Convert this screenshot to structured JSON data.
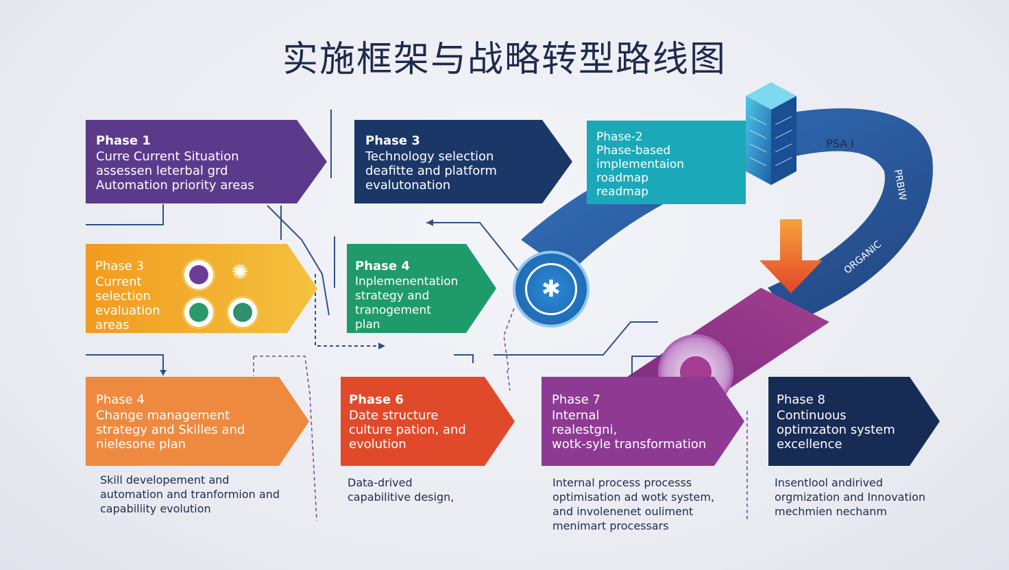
{
  "title": "实施框架与战略转型路线图",
  "phases": [
    {
      "id": "p1",
      "label": "Phase 1",
      "lines": [
        "Curre Current Situation",
        "assessen leterbal grd",
        "Automation priority areas"
      ],
      "color": "#5b3a8c"
    },
    {
      "id": "p2",
      "label": "Phase 3",
      "lines": [
        "Technology selection",
        "deafitte and platform",
        "evalutonation"
      ],
      "color": "#1b3768"
    },
    {
      "id": "p3",
      "label": "Phase-2",
      "lines": [
        "Phase-based",
        "implementaion",
        "roadmap",
        "readmap"
      ],
      "color": "#1ba9b9"
    },
    {
      "id": "p4",
      "label": "Phase 3",
      "lines": [
        "Current",
        "selection",
        "evaluation",
        "areas"
      ],
      "color": "#f1a623"
    },
    {
      "id": "p5",
      "label": "Phase 4",
      "lines": [
        "Inplemenentation",
        "strategy and",
        "tranogement",
        "plan"
      ],
      "color": "#1f9a6b"
    },
    {
      "id": "p6",
      "label": "Phase 4",
      "lines": [
        "Change management",
        "strategy and Skilles and",
        "nielesone plan"
      ],
      "color": "#ee8a40"
    },
    {
      "id": "p7",
      "label": "Phase 6",
      "lines": [
        "Date structure",
        "culture pation, and",
        "evolution"
      ],
      "color": "#e04a2a"
    },
    {
      "id": "p8",
      "label": "Phase 7",
      "lines": [
        "Internal",
        "realestgni,",
        "wotk-syle transformation"
      ],
      "color": "#8e3a93"
    },
    {
      "id": "p9",
      "label": "Phase 8",
      "lines": [
        "Continuous",
        "optimzaton system",
        "excellence"
      ],
      "color": "#172c55"
    }
  ],
  "notes": [
    {
      "id": "n1",
      "lines": [
        "Skill developement and",
        "automation and tranformion and",
        "capabiliity evolution"
      ]
    },
    {
      "id": "n2",
      "lines": [
        "Data-drived",
        "capabilitive design,"
      ]
    },
    {
      "id": "n3",
      "lines": [
        "Internal process processs",
        "optimisation ad wotk system,",
        "and involenenet ouliment",
        "menimart processars"
      ]
    },
    {
      "id": "n4",
      "lines": [
        "Insentlool andirived",
        "orgmization and Innovation",
        "mechmien nechanm"
      ]
    }
  ],
  "curve_labels": {
    "top": "PSA I",
    "side_a": "PRBIW",
    "side_b": "ORGANIC"
  },
  "colors": {
    "curve_blue": "#1f4c8f",
    "curve_purple": "#8a2f7b",
    "accent_orange": "#f07a2c"
  }
}
